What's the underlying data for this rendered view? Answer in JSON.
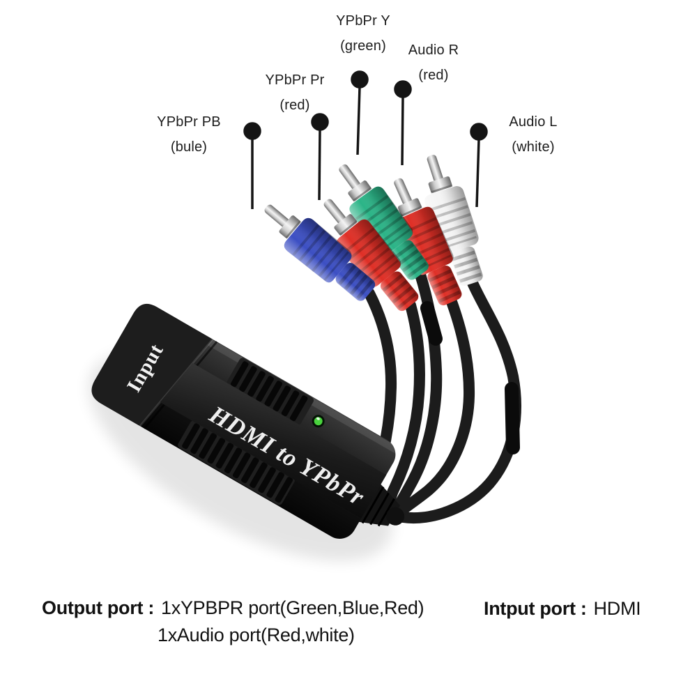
{
  "scene": {
    "background": "#ffffff"
  },
  "callouts": [
    {
      "name": "ypbpr-pb",
      "line1": "YPbPr PB",
      "line2": "(bule)"
    },
    {
      "name": "ypbpr-pr",
      "line1": "YPbPr Pr",
      "line2": "(red)"
    },
    {
      "name": "ypbpr-y",
      "line1": "YPbPr Y",
      "line2": "(green)"
    },
    {
      "name": "audio-r",
      "line1": "Audio R",
      "line2": "(red)"
    },
    {
      "name": "audio-l",
      "line1": "Audio L",
      "line2": "(white)"
    }
  ],
  "connectors": [
    {
      "name": "ypbpr-pb-plug",
      "color": "#3c4fc3"
    },
    {
      "name": "ypbpr-pr-plug",
      "color": "#df2f26"
    },
    {
      "name": "ypbpr-y-plug",
      "color": "#2bb487"
    },
    {
      "name": "audio-r-plug",
      "color": "#df2f26"
    },
    {
      "name": "audio-l-plug",
      "color": "#f4f4f4"
    }
  ],
  "device": {
    "input_label": "Input",
    "title": "HDMI to YPbPr",
    "led_color": "#49d33d",
    "body_color": "#121212"
  },
  "footer": {
    "output_label": "Output port :",
    "output_line1": "1xYPBPR port(Green,Blue,Red)",
    "output_line2": "1xAudio port(Red,white)",
    "input_label": "Intput port :",
    "input_value": "HDMI"
  }
}
